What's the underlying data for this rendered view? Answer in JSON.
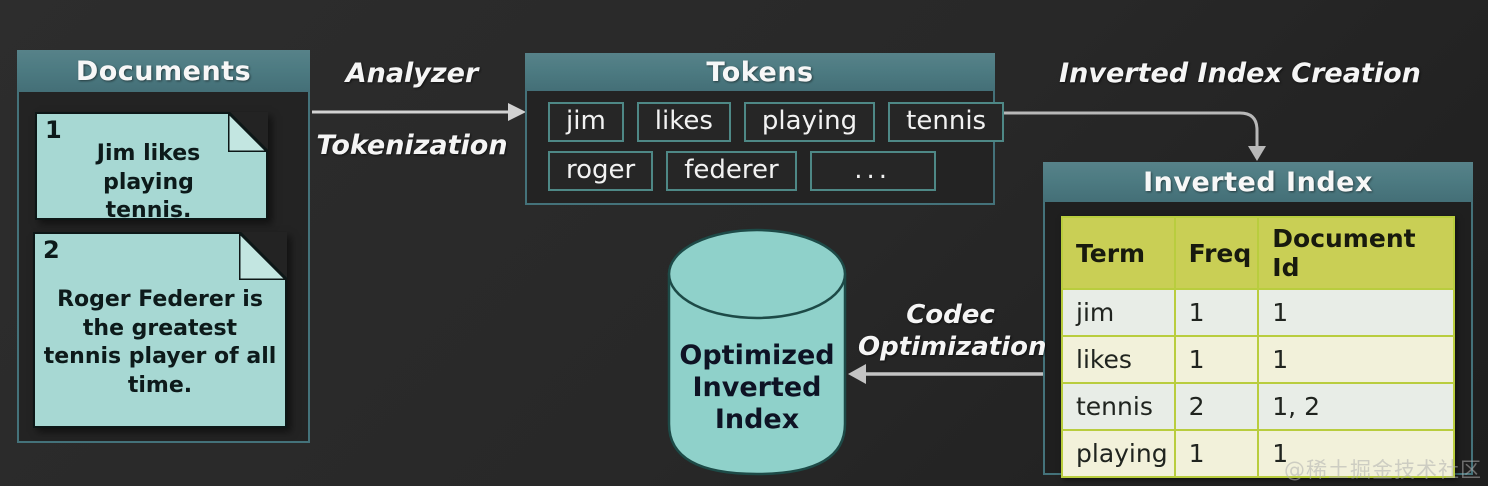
{
  "documents": {
    "title": "Documents",
    "cards": [
      {
        "number": "1",
        "text": "Jim likes playing tennis."
      },
      {
        "number": "2",
        "text": "Roger Federer is the greatest tennis player of all time."
      }
    ]
  },
  "flow": {
    "analyzer_label": "Analyzer",
    "tokenization_label": "Tokenization",
    "inverted_index_creation_label": "Inverted Index Creation",
    "codec_label": "Codec",
    "optimization_label": "Optimization"
  },
  "tokens": {
    "title": "Tokens",
    "row1": [
      "jim",
      "likes",
      "playing",
      "tennis"
    ],
    "row2": [
      "roger",
      "federer",
      "..."
    ]
  },
  "inverted_index": {
    "title": "Inverted Index",
    "columns": [
      "Term",
      "Freq",
      "Document Id"
    ],
    "rows": [
      [
        "jim",
        "1",
        "1"
      ],
      [
        "likes",
        "1",
        "1"
      ],
      [
        "tennis",
        "2",
        "1, 2"
      ],
      [
        "playing",
        "1",
        "1"
      ]
    ]
  },
  "database": {
    "label_lines": [
      "Optimized",
      "Inverted",
      "Index"
    ]
  },
  "watermark": "@稀土掘金技术社区",
  "colors": {
    "background": "#272727",
    "header_teal": "#4d7b82",
    "card_teal": "#a7d8d3",
    "cylinder_teal": "#8fd1ca",
    "table_header_olive": "#c9cf55",
    "table_border_green": "#b9cd3e",
    "arrow_gray": "#c9c9c9",
    "text_white": "#f5f5f5",
    "text_dark": "#0d1a1a"
  }
}
